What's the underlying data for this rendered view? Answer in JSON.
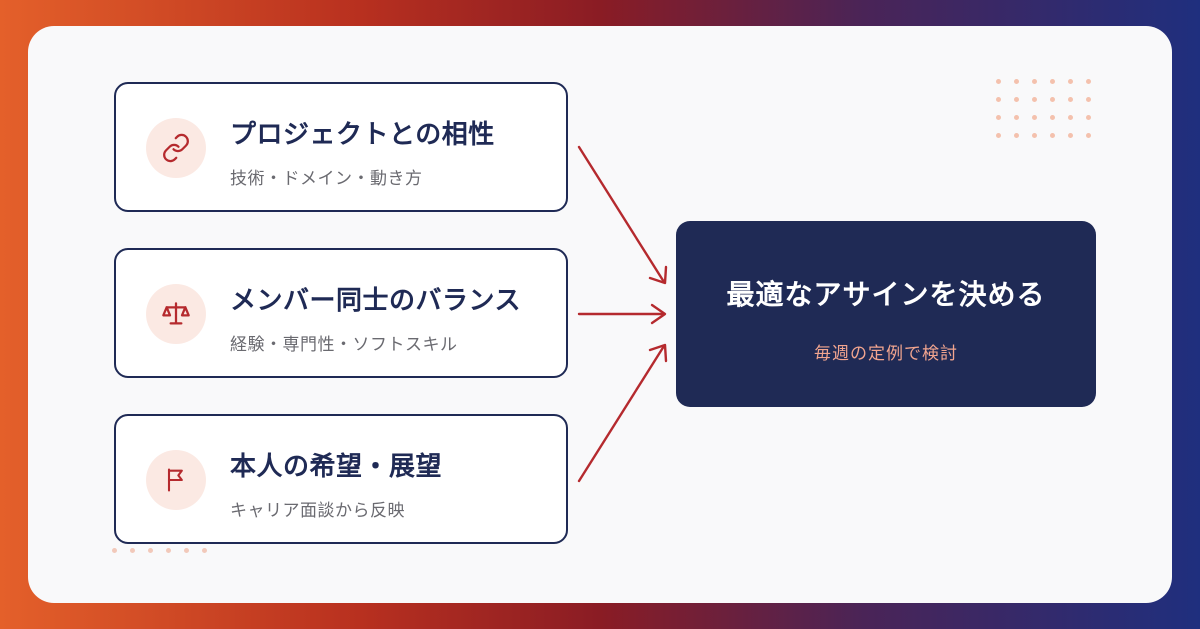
{
  "factors": [
    {
      "title": "プロジェクトとの相性",
      "subtitle": "技術・ドメイン・動き方",
      "icon": "link-icon"
    },
    {
      "title": "メンバー同士のバランス",
      "subtitle": "経験・専門性・ソフトスキル",
      "icon": "scale-icon"
    },
    {
      "title": "本人の希望・展望",
      "subtitle": "キャリア面談から反映",
      "icon": "flag-icon"
    }
  ],
  "result": {
    "title": "最適なアサインを決める",
    "subtitle": "毎週の定例で検討"
  },
  "colors": {
    "navy": "#1f2a55",
    "accent_red": "#b52a2e",
    "icon_bg": "#fbe9e3",
    "result_sub": "#f2a58f"
  }
}
